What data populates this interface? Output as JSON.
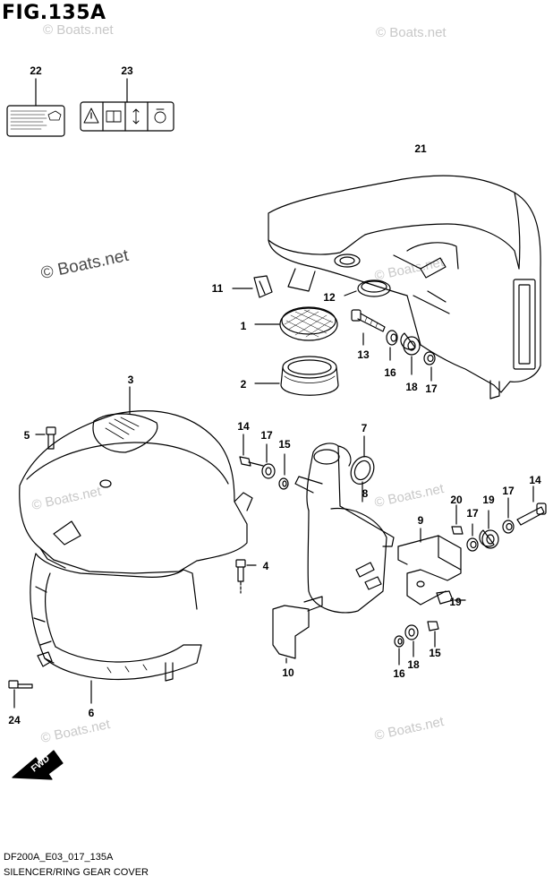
{
  "figure": {
    "title": "FIG.135A",
    "code": "DF200A_E03_017_135A",
    "caption": "SILENCER/RING GEAR COVER"
  },
  "watermark": {
    "text": "© Boats.net"
  },
  "fwd_label": "FWD",
  "parts": [
    {
      "num": "1"
    },
    {
      "num": "2"
    },
    {
      "num": "3"
    },
    {
      "num": "4"
    },
    {
      "num": "5"
    },
    {
      "num": "6"
    },
    {
      "num": "7"
    },
    {
      "num": "8"
    },
    {
      "num": "9"
    },
    {
      "num": "10"
    },
    {
      "num": "11"
    },
    {
      "num": "12"
    },
    {
      "num": "13"
    },
    {
      "num": "14"
    },
    {
      "num": "14"
    },
    {
      "num": "15"
    },
    {
      "num": "15"
    },
    {
      "num": "16"
    },
    {
      "num": "16"
    },
    {
      "num": "17"
    },
    {
      "num": "17"
    },
    {
      "num": "17"
    },
    {
      "num": "17"
    },
    {
      "num": "18"
    },
    {
      "num": "18"
    },
    {
      "num": "19"
    },
    {
      "num": "19"
    },
    {
      "num": "20"
    },
    {
      "num": "21"
    },
    {
      "num": "22"
    },
    {
      "num": "23"
    },
    {
      "num": "24"
    }
  ],
  "colors": {
    "line": "#000000",
    "watermark": "#c8c8c8",
    "background": "#ffffff"
  }
}
